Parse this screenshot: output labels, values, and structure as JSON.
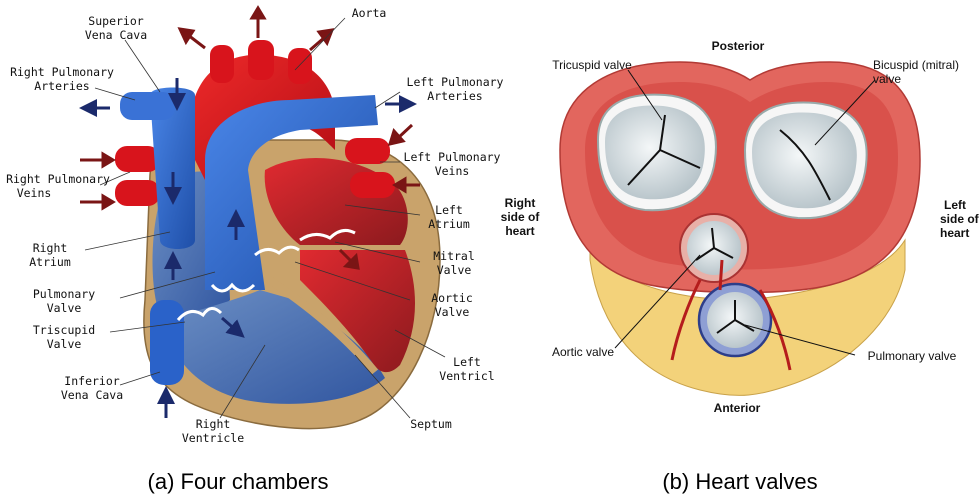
{
  "panel_a": {
    "caption": "(a) Four chambers",
    "labels": {
      "aorta": "Aorta",
      "svc_1": "Superior",
      "svc_2": "Vena Cava",
      "rpa_1": "Right Pulmonary",
      "rpa_2": "Arteries",
      "lpa_1": "Left Pulmonary",
      "lpa_2": "Arteries",
      "lpv_1": "Left Pulmonary",
      "lpv_2": "Veins",
      "rpv_1": "Right Pulmonary",
      "rpv_2": "Veins",
      "la_1": "Left",
      "la_2": "Atrium",
      "ra_1": "Right",
      "ra_2": "Atrium",
      "mitral_1": "Mitral",
      "mitral_2": "Valve",
      "pulm_1": "Pulmonary",
      "pulm_2": "Valve",
      "aortic_1": "Aortic",
      "aortic_2": "Valve",
      "tri_1": "Triscupid",
      "tri_2": "Valve",
      "lv_1": "Left",
      "lv_2": "Ventricl",
      "ivc_1": "Inferior",
      "ivc_2": "Vena Cava",
      "rv_1": "Right",
      "rv_2": "Ventricle",
      "septum": "Septum"
    }
  },
  "panel_b": {
    "caption": "(b) Heart valves",
    "labels": {
      "posterior": "Posterior",
      "anterior": "Anterior",
      "tricuspid": "Tricuspid valve",
      "bicuspid_1": "Bicuspid (mitral)",
      "bicuspid_2": "valve",
      "right_1": "Right",
      "right_2": "side of",
      "right_3": "heart",
      "left_1": "Left",
      "left_2": "side of",
      "left_3": "heart",
      "aortic": "Aortic valve",
      "pulmonary": "Pulmonary valve"
    }
  },
  "colors": {
    "oxygenated_red": "#d8141c",
    "deoxygenated_blue": "#2a62c9",
    "wall_tan": "#c9a36b",
    "arrow_navy": "#1b2a6b",
    "arrow_maroon": "#7a1515"
  }
}
